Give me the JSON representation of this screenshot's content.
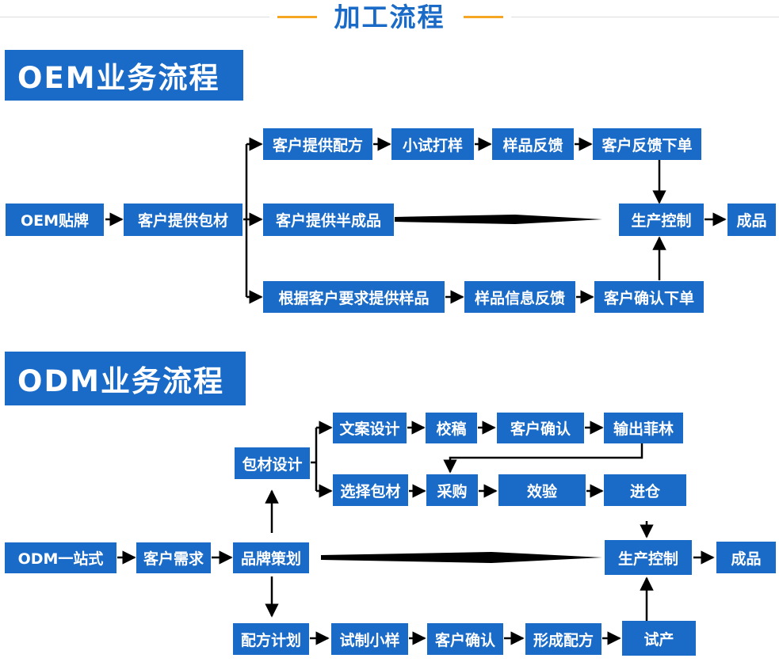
{
  "page_title": "加工流程",
  "oem": {
    "title": "OEM业务流程",
    "start": "OEM贴牌",
    "provide_material": "客户提供包材",
    "branch_formula": "客户提供配方",
    "trial_sample": "小试打样",
    "sample_feedback": "样品反馈",
    "customer_order_feedback": "客户反馈下单",
    "branch_semi": "客户提供半成品",
    "production_control": "生产控制",
    "product": "成品",
    "branch_request": "根据客户要求提供样品",
    "sample_info_feedback": "样品信息反馈",
    "customer_confirm_order": "客户确认下单"
  },
  "odm": {
    "title": "ODM业务流程",
    "start": "ODM一站式",
    "customer_needs": "客户需求",
    "brand_planning": "品牌策划",
    "package_design": "包材设计",
    "copy_design": "文案设计",
    "proofread": "校稿",
    "customer_confirm": "客户确认",
    "output_film": "输出菲林",
    "choose_package": "选择包材",
    "purchase": "采购",
    "inspection": "效验",
    "warehouse": "进仓",
    "production_control": "生产控制",
    "product": "成品",
    "formula_plan": "配方计划",
    "trial_small": "试制小样",
    "customer_confirm2": "客户确认",
    "form_formula": "形成配方",
    "trial_production": "试产"
  },
  "colors": {
    "box": "#1a6bc7",
    "accent": "#f5a623",
    "line": "#000000"
  }
}
